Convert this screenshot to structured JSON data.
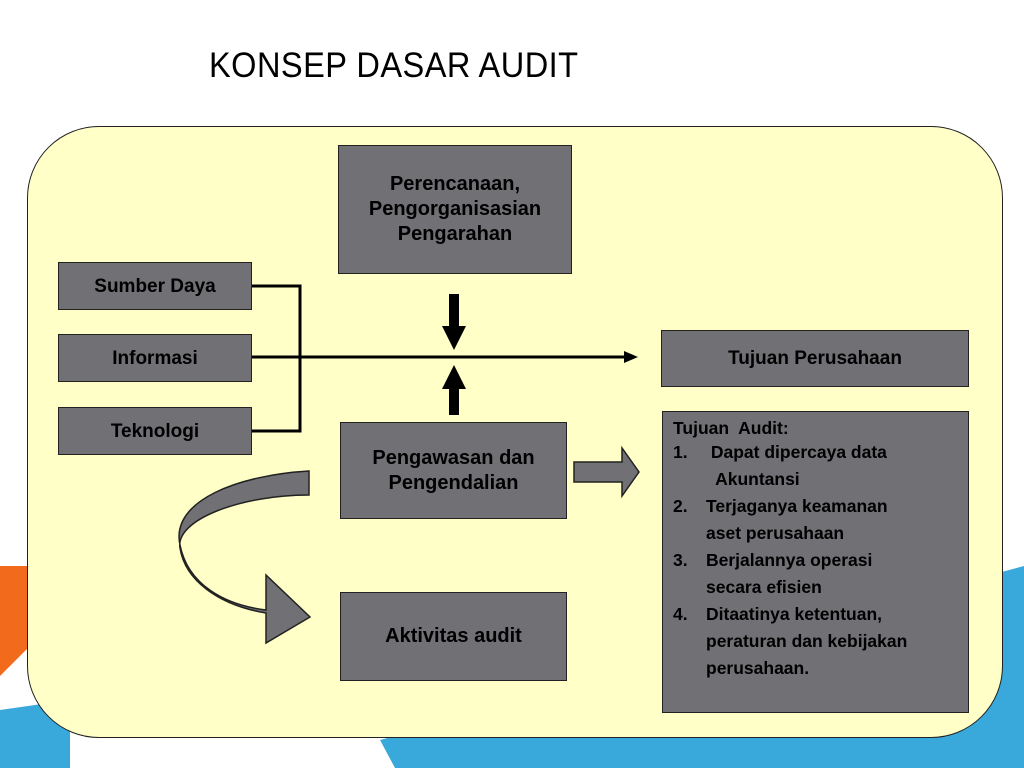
{
  "title": "KONSEP DASAR AUDIT",
  "colors": {
    "panel": "#ffffc7",
    "box": "#707075",
    "orange": "#f26a1b",
    "blue": "#39a9dc"
  },
  "boxes": {
    "planning": [
      "Perencanaan,",
      "Pengorganisasian",
      "Pengarahan"
    ],
    "resources": "Sumber Daya",
    "information": "Informasi",
    "technology": "Teknologi",
    "company_goal": "Tujuan Perusahaan",
    "control": [
      "Pengawasan dan",
      "Pengendalian"
    ],
    "audit_activity": "Aktivitas audit"
  },
  "audit_goals": {
    "heading": "Tujuan  Audit:",
    "items": [
      {
        "num": "1.",
        "text": " Dapat dipercaya data\n  Akuntansi"
      },
      {
        "num": "2.",
        "text": "Terjaganya keamanan\naset perusahaan"
      },
      {
        "num": "3.",
        "text": "Berjalannya operasi\nsecara efisien"
      },
      {
        "num": "4.",
        "text": "Ditaatinya ketentuan,\nperaturan dan kebijakan\nperusahaan."
      }
    ]
  }
}
